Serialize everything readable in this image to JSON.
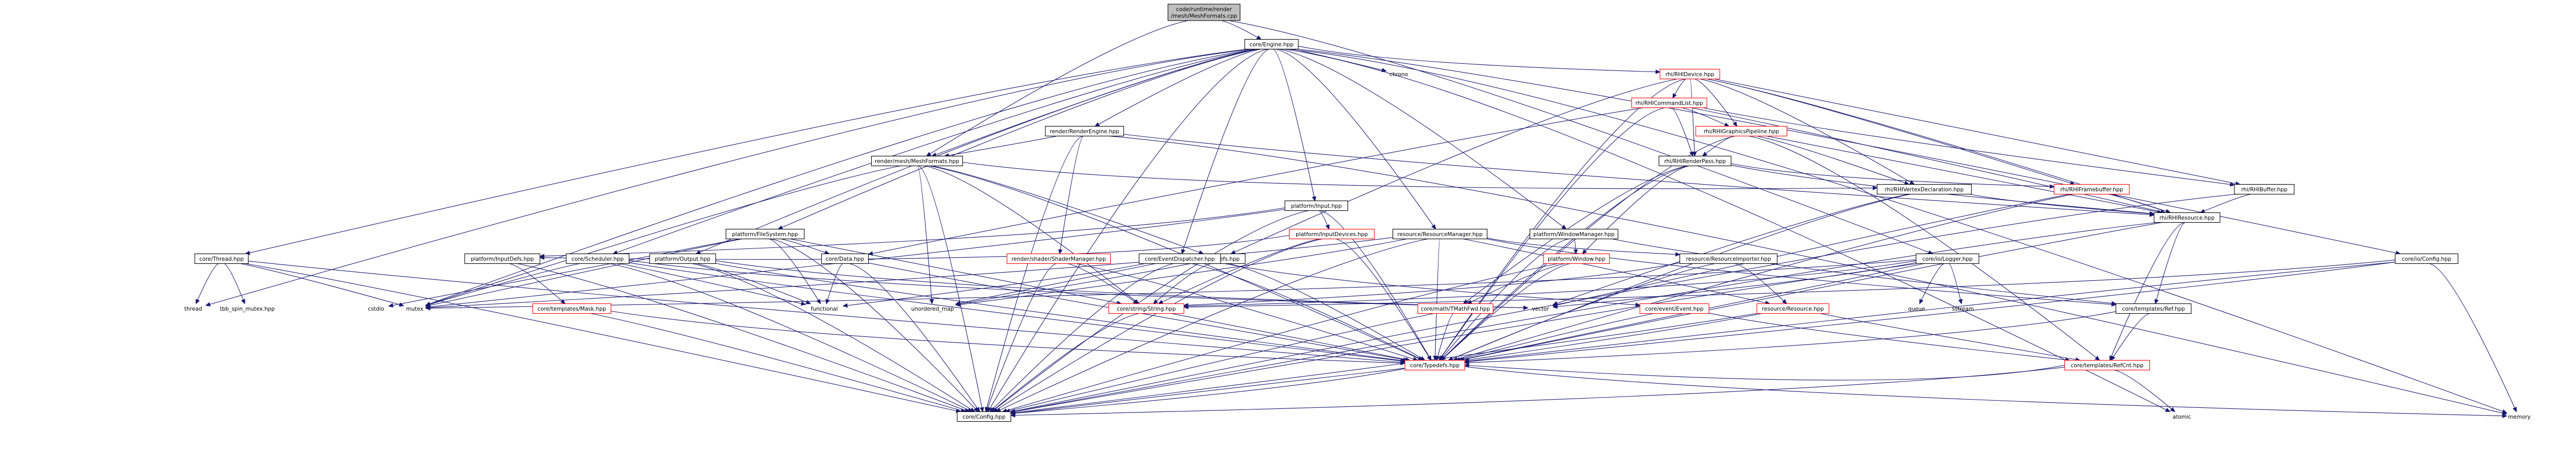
{
  "graph": {
    "root": "code/runtime/render/mesh/MeshFormats.cpp",
    "nodes": [
      {
        "id": "root",
        "label_lines": [
          "code/runtime/render",
          "/mesh/MeshFormats.cpp"
        ],
        "kind": "root"
      },
      {
        "id": "engine",
        "label": "core/Engine.hpp",
        "kind": "file"
      },
      {
        "id": "rhidevice",
        "label": "rhi/RHIDevice.hpp",
        "kind": "red"
      },
      {
        "id": "rhicmdlist",
        "label": "rhi/RHICommandList.hpp",
        "kind": "red"
      },
      {
        "id": "rhigfxpipe",
        "label": "rhi/RHIGraphicsPipeline.hpp",
        "kind": "red"
      },
      {
        "id": "rhirenderpass",
        "label": "rhi/RHIRenderPass.hpp",
        "kind": "file"
      },
      {
        "id": "rhivertexdecl",
        "label": "rhi/RHIVertexDeclaration.hpp",
        "kind": "file"
      },
      {
        "id": "rhiframebuffer",
        "label": "rhi/RHIFramebuffer.hpp",
        "kind": "red"
      },
      {
        "id": "rhibuffer",
        "label": "rhi/RHIBuffer.hpp",
        "kind": "file"
      },
      {
        "id": "rhiresource",
        "label": "rhi/RHIResource.hpp",
        "kind": "file"
      },
      {
        "id": "rhidefs",
        "label": "rhi/RHIDefs.hpp",
        "kind": "file"
      },
      {
        "id": "renderengine",
        "label": "render/RenderEngine.hpp",
        "kind": "file"
      },
      {
        "id": "meshformats",
        "label": "render/mesh/MeshFormats.hpp",
        "kind": "file"
      },
      {
        "id": "shadermanager",
        "label": "render/shader/ShaderManager.hpp",
        "kind": "red"
      },
      {
        "id": "input",
        "label": "platform/Input.hpp",
        "kind": "file"
      },
      {
        "id": "inputdevices",
        "label": "platform/InputDevices.hpp",
        "kind": "red"
      },
      {
        "id": "inputdefs",
        "label": "platform/InputDefs.hpp",
        "kind": "file"
      },
      {
        "id": "filesystem",
        "label": "platform/FileSystem.hpp",
        "kind": "file"
      },
      {
        "id": "output",
        "label": "platform/Output.hpp",
        "kind": "file"
      },
      {
        "id": "windowmanager",
        "label": "platform/WindowManager.hpp",
        "kind": "file"
      },
      {
        "id": "window",
        "label": "platform/Window.hpp",
        "kind": "red"
      },
      {
        "id": "resmanager",
        "label": "resource/ResourceManager.hpp",
        "kind": "file"
      },
      {
        "id": "resimporter",
        "label": "resource/ResourceImporter.hpp",
        "kind": "file"
      },
      {
        "id": "resource",
        "label": "resource/Resource.hpp",
        "kind": "red"
      },
      {
        "id": "thread",
        "label": "core/Thread.hpp",
        "kind": "file"
      },
      {
        "id": "scheduler",
        "label": "core/Scheduler.hpp",
        "kind": "file"
      },
      {
        "id": "coredata",
        "label": "core/Data.hpp",
        "kind": "file"
      },
      {
        "id": "eventdispatcher",
        "label": "core/EventDispatcher.hpp",
        "kind": "file"
      },
      {
        "id": "logger",
        "label": "core/io/Logger.hpp",
        "kind": "file"
      },
      {
        "id": "ioconfig",
        "label": "core/io/Config.hpp",
        "kind": "file"
      },
      {
        "id": "mask",
        "label": "core/templates/Mask.hpp",
        "kind": "red"
      },
      {
        "id": "string",
        "label": "core/string/String.hpp",
        "kind": "red"
      },
      {
        "id": "tmathfwd",
        "label": "core/math/TMathFwd.hpp",
        "kind": "red"
      },
      {
        "id": "event",
        "label": "core/event/Event.hpp",
        "kind": "red"
      },
      {
        "id": "ref",
        "label": "core/templates/Ref.hpp",
        "kind": "file"
      },
      {
        "id": "refcnt",
        "label": "core/templates/RefCnt.hpp",
        "kind": "red"
      },
      {
        "id": "typedefs",
        "label": "core/Typedefs.hpp",
        "kind": "red"
      },
      {
        "id": "config",
        "label": "core/Config.hpp",
        "kind": "file"
      },
      {
        "id": "chrono",
        "label": "chrono",
        "kind": "ext"
      },
      {
        "id": "cstdio",
        "label": "cstdio",
        "kind": "ext"
      },
      {
        "id": "thread_std",
        "label": "thread",
        "kind": "ext"
      },
      {
        "id": "tbb",
        "label": "tbb_spin_mutex.hpp",
        "kind": "ext"
      },
      {
        "id": "mutex",
        "label": "mutex",
        "kind": "ext"
      },
      {
        "id": "functional",
        "label": "functional",
        "kind": "ext"
      },
      {
        "id": "unordered_map",
        "label": "unordered_map",
        "kind": "ext"
      },
      {
        "id": "vector",
        "label": "vector",
        "kind": "ext"
      },
      {
        "id": "queue",
        "label": "queue",
        "kind": "ext"
      },
      {
        "id": "sstream",
        "label": "sstream",
        "kind": "ext"
      },
      {
        "id": "atomic",
        "label": "atomic",
        "kind": "ext"
      },
      {
        "id": "memory",
        "label": "memory",
        "kind": "ext"
      }
    ],
    "edges": [
      [
        "root",
        "engine"
      ],
      [
        "root",
        "meshformats"
      ],
      [
        "root",
        "logger"
      ],
      [
        "engine",
        "chrono"
      ],
      [
        "engine",
        "rhidevice"
      ],
      [
        "engine",
        "renderengine"
      ],
      [
        "engine",
        "meshformats"
      ],
      [
        "engine",
        "input"
      ],
      [
        "engine",
        "filesystem"
      ],
      [
        "engine",
        "windowmanager"
      ],
      [
        "engine",
        "resmanager"
      ],
      [
        "engine",
        "thread"
      ],
      [
        "engine",
        "scheduler"
      ],
      [
        "engine",
        "eventdispatcher"
      ],
      [
        "engine",
        "ioconfig"
      ],
      [
        "engine",
        "mutex"
      ],
      [
        "engine",
        "thread_std"
      ],
      [
        "engine",
        "memory"
      ],
      [
        "engine",
        "atomic"
      ],
      [
        "engine",
        "config"
      ],
      [
        "engine",
        "output"
      ],
      [
        "rhidevice",
        "rhicmdlist"
      ],
      [
        "rhidevice",
        "rhigfxpipe"
      ],
      [
        "rhidevice",
        "rhirenderpass"
      ],
      [
        "rhidevice",
        "rhivertexdecl"
      ],
      [
        "rhidevice",
        "rhiframebuffer"
      ],
      [
        "rhidevice",
        "rhibuffer"
      ],
      [
        "rhidevice",
        "rhiresource"
      ],
      [
        "rhidevice",
        "rhidefs"
      ],
      [
        "rhidevice",
        "typedefs"
      ],
      [
        "rhicmdlist",
        "rhigfxpipe"
      ],
      [
        "rhicmdlist",
        "rhirenderpass"
      ],
      [
        "rhicmdlist",
        "rhiresource"
      ],
      [
        "rhicmdlist",
        "rhibuffer"
      ],
      [
        "rhicmdlist",
        "coredata"
      ],
      [
        "rhicmdlist",
        "typedefs"
      ],
      [
        "rhigfxpipe",
        "rhirenderpass"
      ],
      [
        "rhigfxpipe",
        "rhivertexdecl"
      ],
      [
        "rhigfxpipe",
        "rhiresource"
      ],
      [
        "rhigfxpipe",
        "typedefs"
      ],
      [
        "rhigfxpipe",
        "refcnt"
      ],
      [
        "rhirenderpass",
        "rhiframebuffer"
      ],
      [
        "rhirenderpass",
        "rhiresource"
      ],
      [
        "rhirenderpass",
        "window"
      ],
      [
        "rhirenderpass",
        "typedefs"
      ],
      [
        "rhirenderpass",
        "tmathfwd"
      ],
      [
        "rhivertexdecl",
        "rhiresource"
      ],
      [
        "rhivertexdecl",
        "vector"
      ],
      [
        "rhivertexdecl",
        "typedefs"
      ],
      [
        "rhiframebuffer",
        "rhiresource"
      ],
      [
        "rhiframebuffer",
        "typedefs"
      ],
      [
        "rhiframebuffer",
        "vector"
      ],
      [
        "rhibuffer",
        "rhiresource"
      ],
      [
        "rhibuffer",
        "config"
      ],
      [
        "rhiresource",
        "ref"
      ],
      [
        "rhiresource",
        "refcnt"
      ],
      [
        "rhiresource",
        "typedefs"
      ],
      [
        "rhiresource",
        "config"
      ],
      [
        "rhidefs",
        "typedefs"
      ],
      [
        "rhidefs",
        "unordered_map"
      ],
      [
        "rhidefs",
        "string"
      ],
      [
        "renderengine",
        "meshformats"
      ],
      [
        "renderengine",
        "shadermanager"
      ],
      [
        "renderengine",
        "config"
      ],
      [
        "renderengine",
        "rhiresource"
      ],
      [
        "renderengine",
        "memory"
      ],
      [
        "meshformats",
        "rhivertexdecl"
      ],
      [
        "meshformats",
        "rhidefs"
      ],
      [
        "meshformats",
        "mutex"
      ],
      [
        "meshformats",
        "config"
      ],
      [
        "meshformats",
        "unordered_map"
      ],
      [
        "meshformats",
        "string"
      ],
      [
        "meshformats",
        "typedefs"
      ],
      [
        "shadermanager",
        "string"
      ],
      [
        "shadermanager",
        "typedefs"
      ],
      [
        "shadermanager",
        "config"
      ],
      [
        "input",
        "inputdevices"
      ],
      [
        "input",
        "inputdefs"
      ],
      [
        "input",
        "mutex"
      ],
      [
        "input",
        "typedefs"
      ],
      [
        "input",
        "config"
      ],
      [
        "inputdevices",
        "inputdefs"
      ],
      [
        "inputdevices",
        "string"
      ],
      [
        "inputdevices",
        "typedefs"
      ],
      [
        "inputdevices",
        "config"
      ],
      [
        "inputdefs",
        "mask"
      ],
      [
        "inputdefs",
        "config"
      ],
      [
        "filesystem",
        "cstdio"
      ],
      [
        "filesystem",
        "coredata"
      ],
      [
        "filesystem",
        "functional"
      ],
      [
        "filesystem",
        "string"
      ],
      [
        "filesystem",
        "config"
      ],
      [
        "filesystem",
        "mutex"
      ],
      [
        "output",
        "functional"
      ],
      [
        "output",
        "typedefs"
      ],
      [
        "output",
        "config"
      ],
      [
        "output",
        "vector"
      ],
      [
        "windowmanager",
        "window"
      ],
      [
        "windowmanager",
        "ref"
      ],
      [
        "windowmanager",
        "typedefs"
      ],
      [
        "window",
        "tmathfwd"
      ],
      [
        "window",
        "typedefs"
      ],
      [
        "window",
        "config"
      ],
      [
        "resmanager",
        "resimporter"
      ],
      [
        "resmanager",
        "resource"
      ],
      [
        "resmanager",
        "ref"
      ],
      [
        "resmanager",
        "mutex"
      ],
      [
        "resmanager",
        "typedefs"
      ],
      [
        "resmanager",
        "config"
      ],
      [
        "resmanager",
        "unordered_map"
      ],
      [
        "resimporter",
        "resource"
      ],
      [
        "resimporter",
        "string"
      ],
      [
        "resimporter",
        "typedefs"
      ],
      [
        "resource",
        "refcnt"
      ],
      [
        "resource",
        "typedefs"
      ],
      [
        "resource",
        "config"
      ],
      [
        "thread",
        "thread_std"
      ],
      [
        "thread",
        "tbb"
      ],
      [
        "thread",
        "mutex"
      ],
      [
        "thread",
        "typedefs"
      ],
      [
        "thread",
        "config"
      ],
      [
        "scheduler",
        "mutex"
      ],
      [
        "scheduler",
        "functional"
      ],
      [
        "scheduler",
        "typedefs"
      ],
      [
        "scheduler",
        "config"
      ],
      [
        "scheduler",
        "vector"
      ],
      [
        "coredata",
        "typedefs"
      ],
      [
        "coredata",
        "config"
      ],
      [
        "coredata",
        "functional"
      ],
      [
        "eventdispatcher",
        "event"
      ],
      [
        "eventdispatcher",
        "functional"
      ],
      [
        "eventdispatcher",
        "typedefs"
      ],
      [
        "eventdispatcher",
        "config"
      ],
      [
        "eventdispatcher",
        "unordered_map"
      ],
      [
        "logger",
        "string"
      ],
      [
        "logger",
        "queue"
      ],
      [
        "logger",
        "sstream"
      ],
      [
        "logger",
        "mutex"
      ],
      [
        "logger",
        "typedefs"
      ],
      [
        "logger",
        "config"
      ],
      [
        "logger",
        "vector"
      ],
      [
        "ioconfig",
        "string"
      ],
      [
        "ioconfig",
        "typedefs"
      ],
      [
        "ioconfig",
        "config"
      ],
      [
        "ioconfig",
        "memory"
      ],
      [
        "mask",
        "typedefs"
      ],
      [
        "mask",
        "config"
      ],
      [
        "string",
        "typedefs"
      ],
      [
        "string",
        "config"
      ],
      [
        "tmathfwd",
        "typedefs"
      ],
      [
        "tmathfwd",
        "config"
      ],
      [
        "event",
        "typedefs"
      ],
      [
        "event",
        "refcnt"
      ],
      [
        "ref",
        "refcnt"
      ],
      [
        "ref",
        "typedefs"
      ],
      [
        "refcnt",
        "typedefs"
      ],
      [
        "refcnt",
        "atomic"
      ],
      [
        "refcnt",
        "config"
      ],
      [
        "typedefs",
        "config"
      ],
      [
        "typedefs",
        "memory"
      ]
    ]
  }
}
